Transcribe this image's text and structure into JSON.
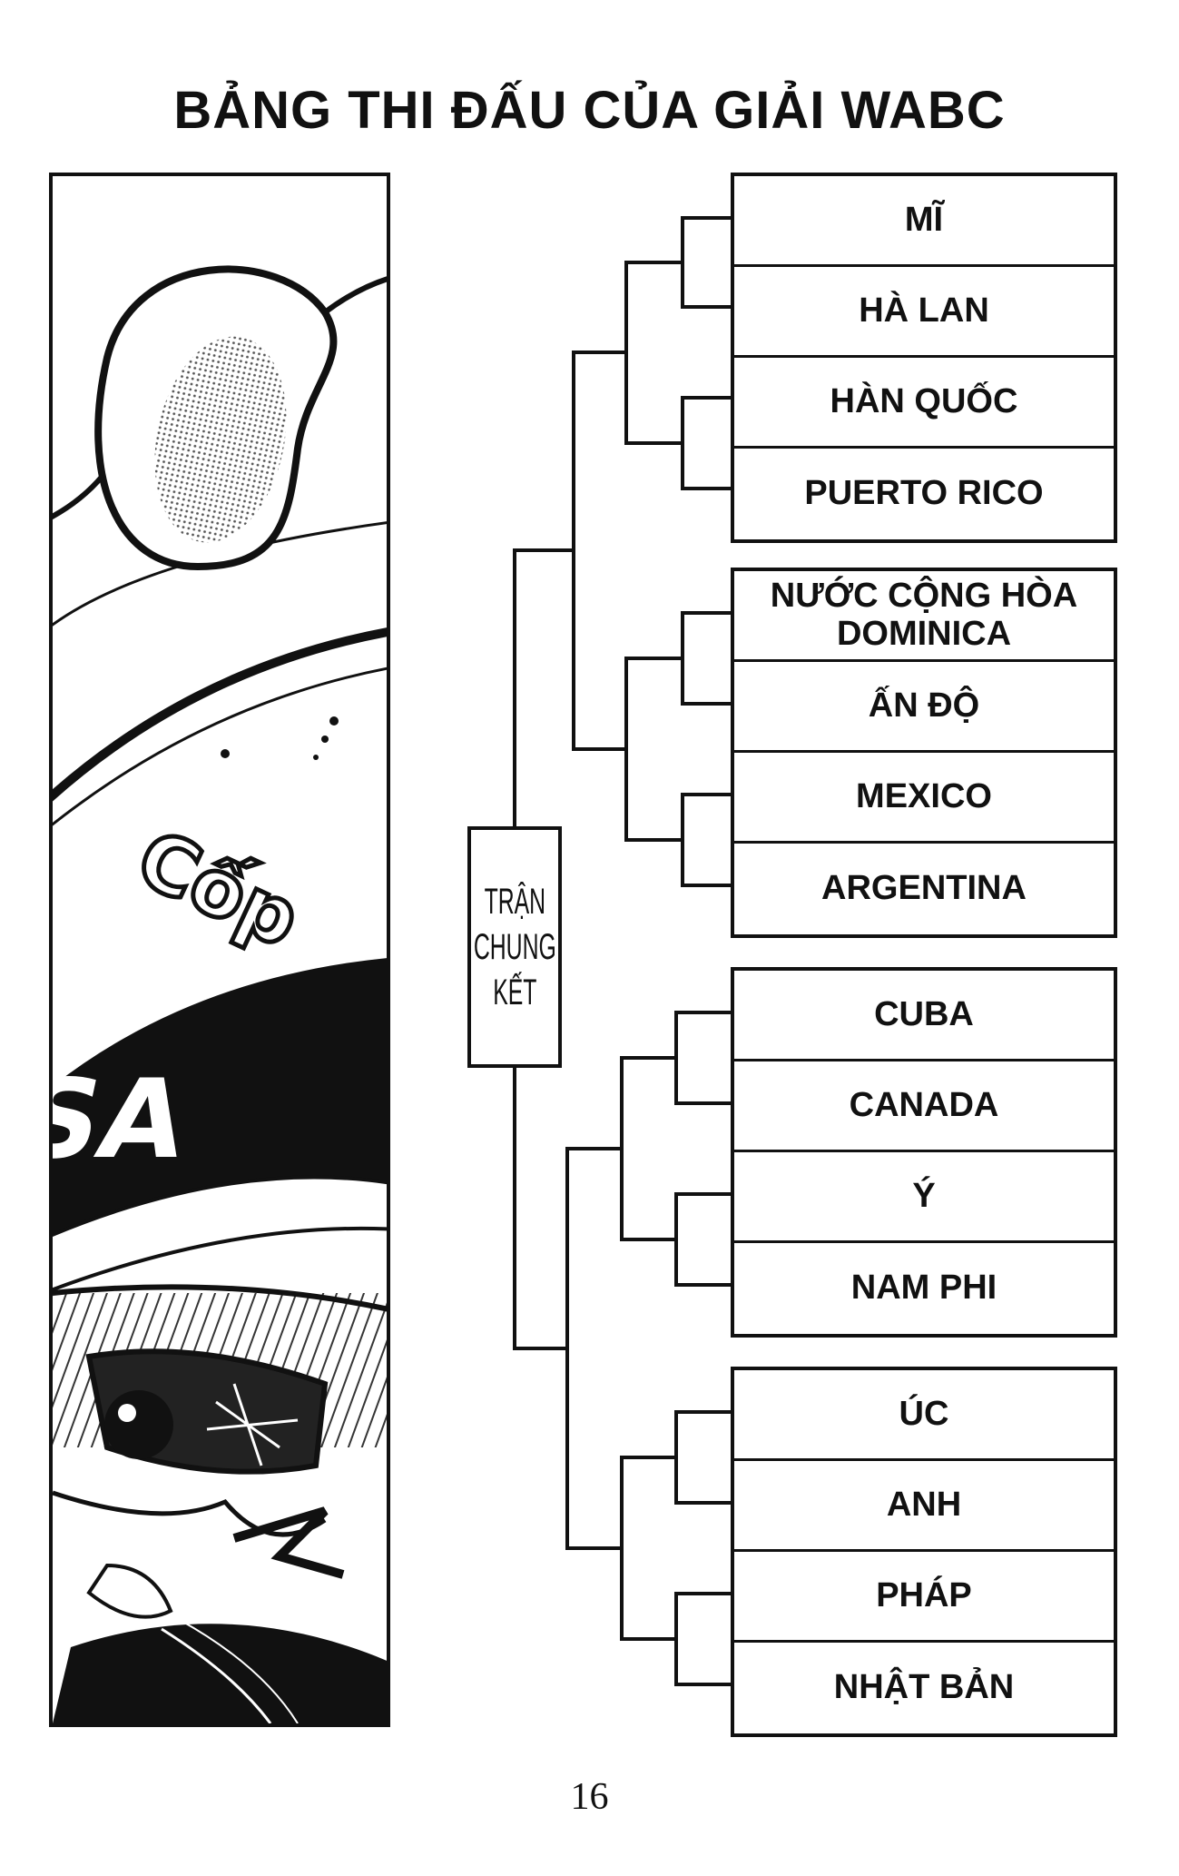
{
  "title": "BẢNG THI ĐẤU CỦA GIẢI WABC",
  "final": "TRẬN\nCHUNG\nKẾT",
  "page_number": "16",
  "art": {
    "sfx": "Cốp",
    "cap_text": "USA",
    "colors": {
      "ink": "#111111",
      "screen_tone": "#9a9a9a"
    }
  },
  "groups": [
    {
      "teams": [
        "MĨ",
        "HÀ LAN",
        "HÀN QUỐC",
        "PUERTO RICO"
      ]
    },
    {
      "teams": [
        "NƯỚC CỘNG HÒA DOMINICA",
        "ẤN ĐỘ",
        "MEXICO",
        "ARGENTINA"
      ]
    },
    {
      "teams": [
        "CUBA",
        "CANADA",
        "Ý",
        "NAM PHI"
      ]
    },
    {
      "teams": [
        "ÚC",
        "ANH",
        "PHÁP",
        "NHẬT BẢN"
      ]
    }
  ]
}
